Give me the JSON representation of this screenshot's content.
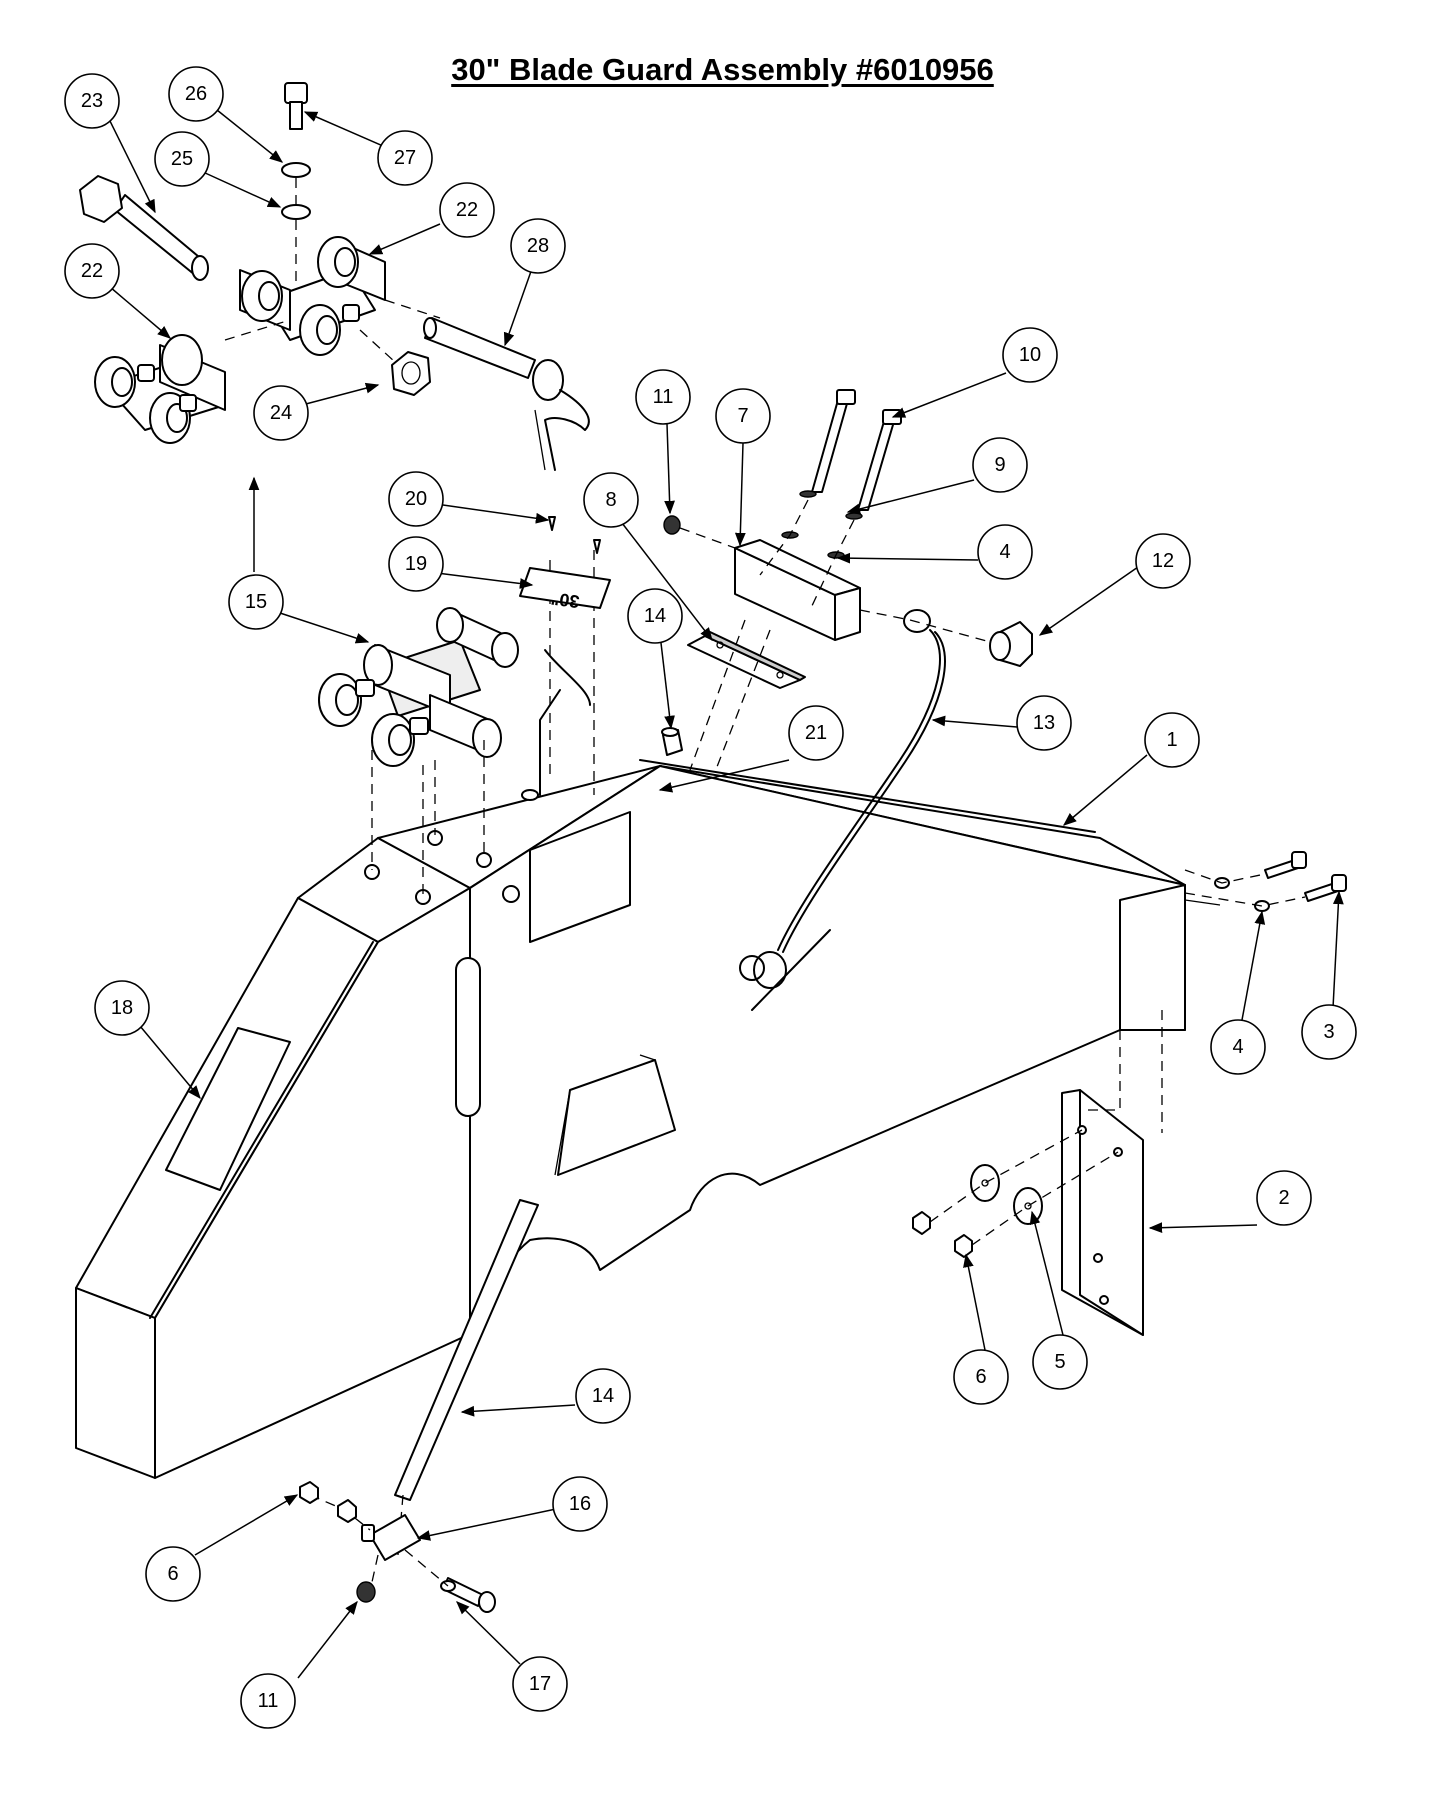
{
  "title": "30\" Blade Guard Assembly #6010956",
  "decal_text": "30\"",
  "callouts": [
    {
      "id": "c1",
      "label": "1"
    },
    {
      "id": "c2",
      "label": "2"
    },
    {
      "id": "c3",
      "label": "3"
    },
    {
      "id": "c4a",
      "label": "4"
    },
    {
      "id": "c4b",
      "label": "4"
    },
    {
      "id": "c5",
      "label": "5"
    },
    {
      "id": "c6a",
      "label": "6"
    },
    {
      "id": "c6b",
      "label": "6"
    },
    {
      "id": "c7",
      "label": "7"
    },
    {
      "id": "c8",
      "label": "8"
    },
    {
      "id": "c9",
      "label": "9"
    },
    {
      "id": "c10",
      "label": "10"
    },
    {
      "id": "c11a",
      "label": "11"
    },
    {
      "id": "c11b",
      "label": "11"
    },
    {
      "id": "c12",
      "label": "12"
    },
    {
      "id": "c13",
      "label": "13"
    },
    {
      "id": "c14a",
      "label": "14"
    },
    {
      "id": "c14b",
      "label": "14"
    },
    {
      "id": "c15",
      "label": "15"
    },
    {
      "id": "c16",
      "label": "16"
    },
    {
      "id": "c17",
      "label": "17"
    },
    {
      "id": "c18",
      "label": "18"
    },
    {
      "id": "c19",
      "label": "19"
    },
    {
      "id": "c20",
      "label": "20"
    },
    {
      "id": "c21",
      "label": "21"
    },
    {
      "id": "c22a",
      "label": "22"
    },
    {
      "id": "c22b",
      "label": "22"
    },
    {
      "id": "c23",
      "label": "23"
    },
    {
      "id": "c24",
      "label": "24"
    },
    {
      "id": "c25",
      "label": "25"
    },
    {
      "id": "c26",
      "label": "26"
    },
    {
      "id": "c27",
      "label": "27"
    },
    {
      "id": "c28",
      "label": "28"
    }
  ]
}
